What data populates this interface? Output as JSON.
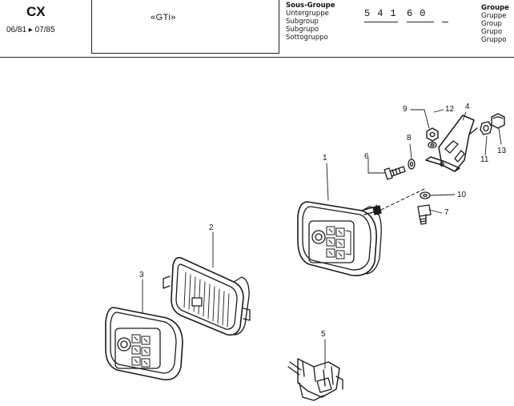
{
  "header": {
    "model": "CX",
    "years": "06/81 ▸ 07/85",
    "variant": "«GTi»",
    "subgroup_labels": [
      "Sous-Groupe",
      "Untergruppe",
      "Subgroup",
      "Subgrupo",
      "Sottogruppo"
    ],
    "code_a": "541",
    "code_b": "60",
    "code_c": "",
    "group_labels": [
      "Groupe",
      "Gruppe",
      "Group",
      "Grupo",
      "Gruppo"
    ]
  },
  "callouts": {
    "c1": "1",
    "c2": "2",
    "c3": "3",
    "c4": "4",
    "c5": "5",
    "c6": "6",
    "c7": "7",
    "c8": "8",
    "c9": "9",
    "c10": "10",
    "c11": "11",
    "c12": "12",
    "c13": "13"
  }
}
